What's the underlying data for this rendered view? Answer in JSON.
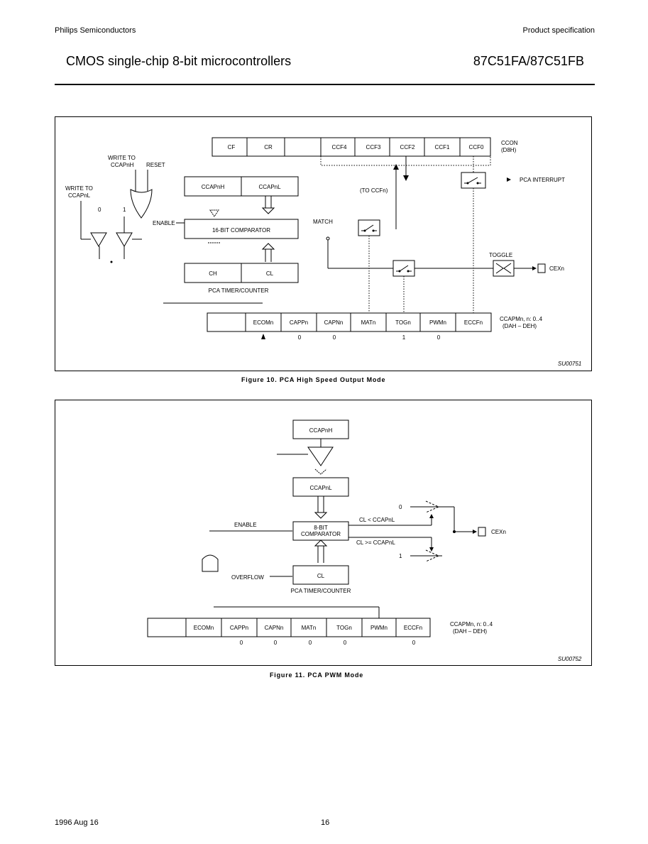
{
  "header": {
    "company": "Philips Semiconductors",
    "doc_type": "Product specification",
    "title": "CMOS single-chip 8-bit microcontrollers",
    "part_numbers": "87C51FA/87C51FB"
  },
  "figure10": {
    "caption": "Figure 10.  PCA High Speed Output Mode",
    "ccon_cells": [
      "CF",
      "CR",
      "",
      "CCF4",
      "CCF3",
      "CCF2",
      "CCF1",
      "CCF0"
    ],
    "ccon_label": "CCON",
    "ccon_addr": "(D8H)",
    "write_ccaph": "WRITE TO\nCCAPnH",
    "reset": "RESET",
    "write_ccapl": "WRITE TO\nCCAPnL",
    "zero": "0",
    "one": "1",
    "ccaph": "CCAPnH",
    "ccapl": "CCAPnL",
    "enable": "ENABLE",
    "comparator": "16-BIT COMPARATOR",
    "ch": "CH",
    "cl": "CL",
    "timer": "PCA TIMER/COUNTER",
    "to_ccfn": "(TO CCFn)",
    "match": "MATCH",
    "pca_interrupt": "PCA INTERRUPT",
    "toggle": "TOGGLE",
    "cexn": "CEXn",
    "ccapm_cells": [
      "",
      "ECOMn",
      "CAPPn",
      "CAPNn",
      "MATn",
      "TOGn",
      "PWMn",
      "ECCFn"
    ],
    "ccapm_label": "CCAPMn, n: 0..4",
    "ccapm_addr": "(DAH – DEH)",
    "bit_values": [
      "0",
      "0",
      "1",
      "0"
    ],
    "code": "SU00751"
  },
  "figure11": {
    "caption": "Figure 11.  PCA PWM Mode",
    "ccaph": "CCAPnH",
    "ccapl": "CCAPnL",
    "enable": "ENABLE",
    "comparator_line1": "8-BIT",
    "comparator_line2": "COMPARATOR",
    "overflow": "OVERFLOW",
    "cl": "CL",
    "timer": "PCA TIMER/COUNTER",
    "cl_lt": "CL < CCAPnL",
    "cl_ge": "CL >= CCAPnL",
    "zero": "0",
    "one": "1",
    "cexn": "CEXn",
    "ccapm_cells": [
      "",
      "ECOMn",
      "CAPPn",
      "CAPNn",
      "MATn",
      "TOGn",
      "PWMn",
      "ECCFn"
    ],
    "ccapm_label": "CCAPMn, n: 0..4",
    "ccapm_addr": "(DAH – DEH)",
    "bit_values": [
      "0",
      "0",
      "0",
      "0",
      "0"
    ],
    "code": "SU00752"
  },
  "footer": {
    "date": "1996 Aug 16",
    "page": "16"
  }
}
